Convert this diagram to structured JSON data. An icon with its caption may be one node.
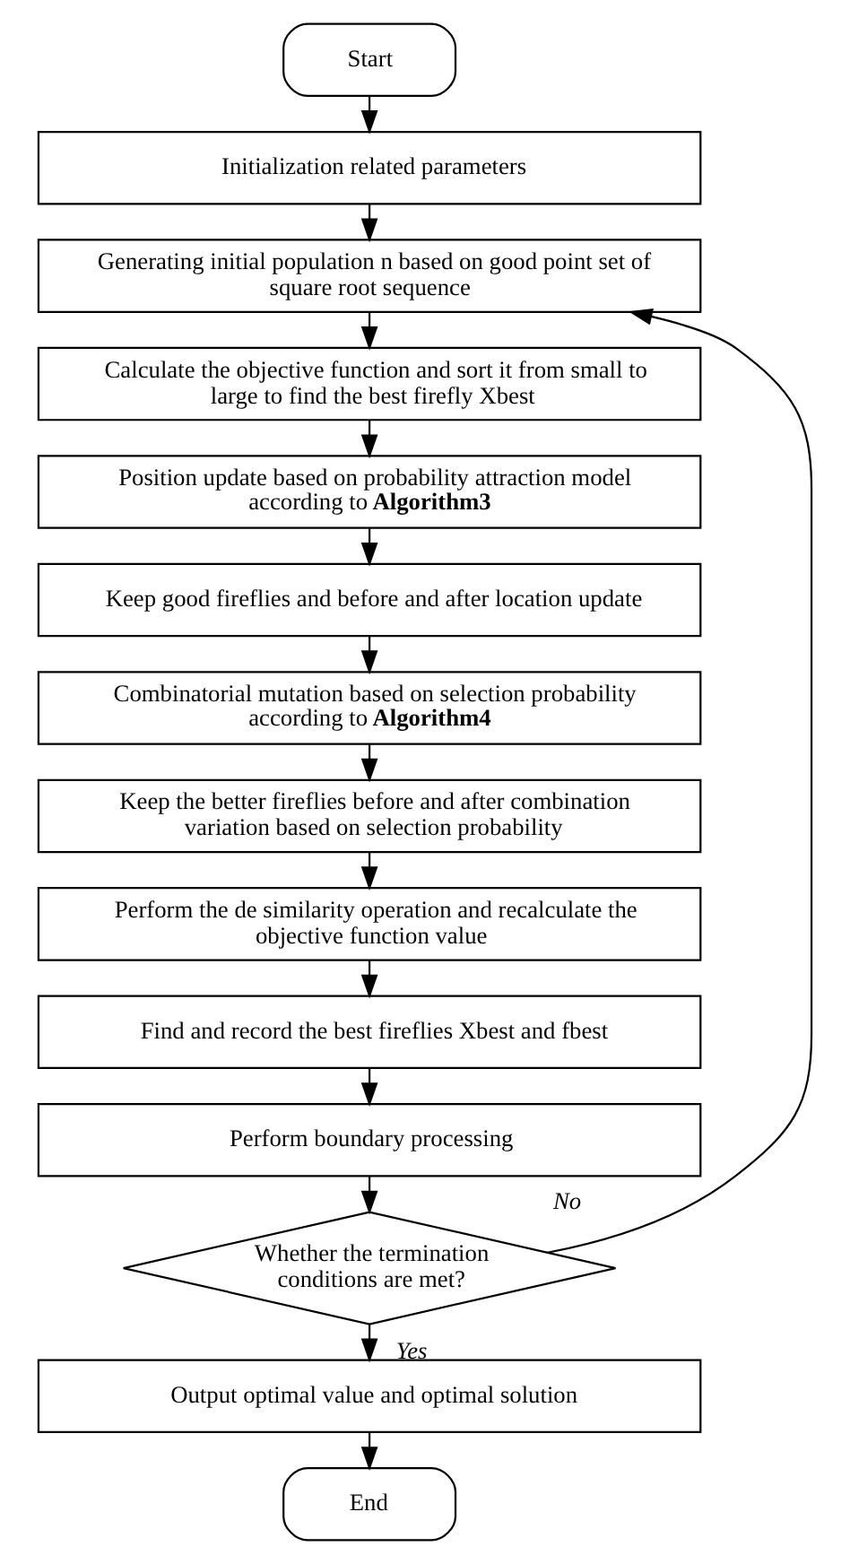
{
  "diagram": {
    "nodes": [
      {
        "text": [
          "Start"
        ]
      },
      {
        "text": [
          "Initialization related parameters"
        ]
      },
      {
        "text": [
          "Generating initial population n based on good point set of square root sequence"
        ]
      },
      {
        "text": [
          "Calculate the objective function and sort it from small to large to find the best firefly Xbest"
        ]
      },
      {
        "text": [
          "Position update based on probability attraction model according to **Algorithm3**"
        ]
      },
      {
        "text": [
          "Keep good fireflies and before and after location update"
        ]
      },
      {
        "text": [
          "Combinatorial mutation based on selection probability according to **Algorithm4**"
        ]
      },
      {
        "text": [
          "Keep the better fireflies before and after combination variation based on selection probability"
        ]
      },
      {
        "text": [
          "Perform the de similarity operation and recalculate the objective function value"
        ]
      },
      {
        "text": [
          "Find and record the best fireflies Xbest and fbest"
        ]
      },
      {
        "text": [
          "Perform boundary processing"
        ]
      },
      {
        "text": [
          "Whether the termination conditions are met?"
        ]
      },
      {
        "text": [
          "Output optimal value and optimal solution"
        ]
      },
      {
        "text": [
          "End"
        ]
      }
    ],
    "edges": [
      {
        "from": 0,
        "to": 1,
        "arrow": "to"
      },
      {
        "from": 1,
        "to": 2,
        "arrow": "to"
      },
      {
        "from": 2,
        "to": 3,
        "arrow": "to"
      },
      {
        "from": 3,
        "to": 4,
        "arrow": "to"
      },
      {
        "from": 4,
        "to": 5,
        "arrow": "to"
      },
      {
        "from": 5,
        "to": 6,
        "arrow": "to"
      },
      {
        "from": 6,
        "to": 7,
        "arrow": "to"
      },
      {
        "from": 7,
        "to": 8,
        "arrow": "to"
      },
      {
        "from": 8,
        "to": 9,
        "arrow": "to"
      },
      {
        "from": 9,
        "to": 10,
        "arrow": "to"
      },
      {
        "from": 10,
        "to": 11,
        "arrow": "to"
      },
      {
        "from": 11,
        "to": 2,
        "arrow": "to",
        "label": "No"
      },
      {
        "from": 11,
        "to": 12,
        "arrow": "to",
        "label": "Yes"
      },
      {
        "from": 12,
        "to": 13,
        "arrow": "to"
      }
    ]
  }
}
